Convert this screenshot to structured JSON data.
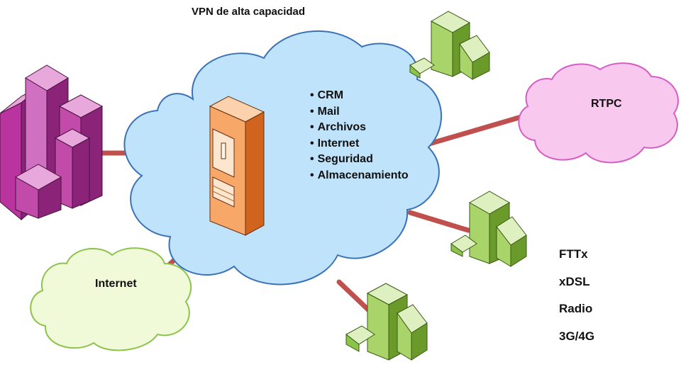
{
  "title": "VPN de alta capacidad",
  "services": [
    "CRM",
    "Mail",
    "Archivos",
    "Internet",
    "Seguridad",
    "Almacenamiento"
  ],
  "clouds": {
    "pstn": "RTPC",
    "internet": "Internet"
  },
  "access_technologies": [
    "FTTx",
    "xDSL",
    "Radio",
    "3G/4G"
  ],
  "icons": {
    "headquarters": "purple-office-buildings-icon",
    "datacenter": "orange-server-rack-icon",
    "branch": "green-office-building-icon"
  },
  "colors": {
    "vpn_cloud_fill": "#bfe3fa",
    "vpn_cloud_stroke": "#3a72b8",
    "pstn_cloud_fill": "#f9c8ee",
    "pstn_cloud_stroke": "#d65ec3",
    "internet_cloud_fill": "#f0fad9",
    "internet_cloud_stroke": "#8cc34a",
    "link": "#c0504d",
    "headquarters": "#b9349e",
    "server": "#f07d2a",
    "branch": "#8cc34a"
  }
}
